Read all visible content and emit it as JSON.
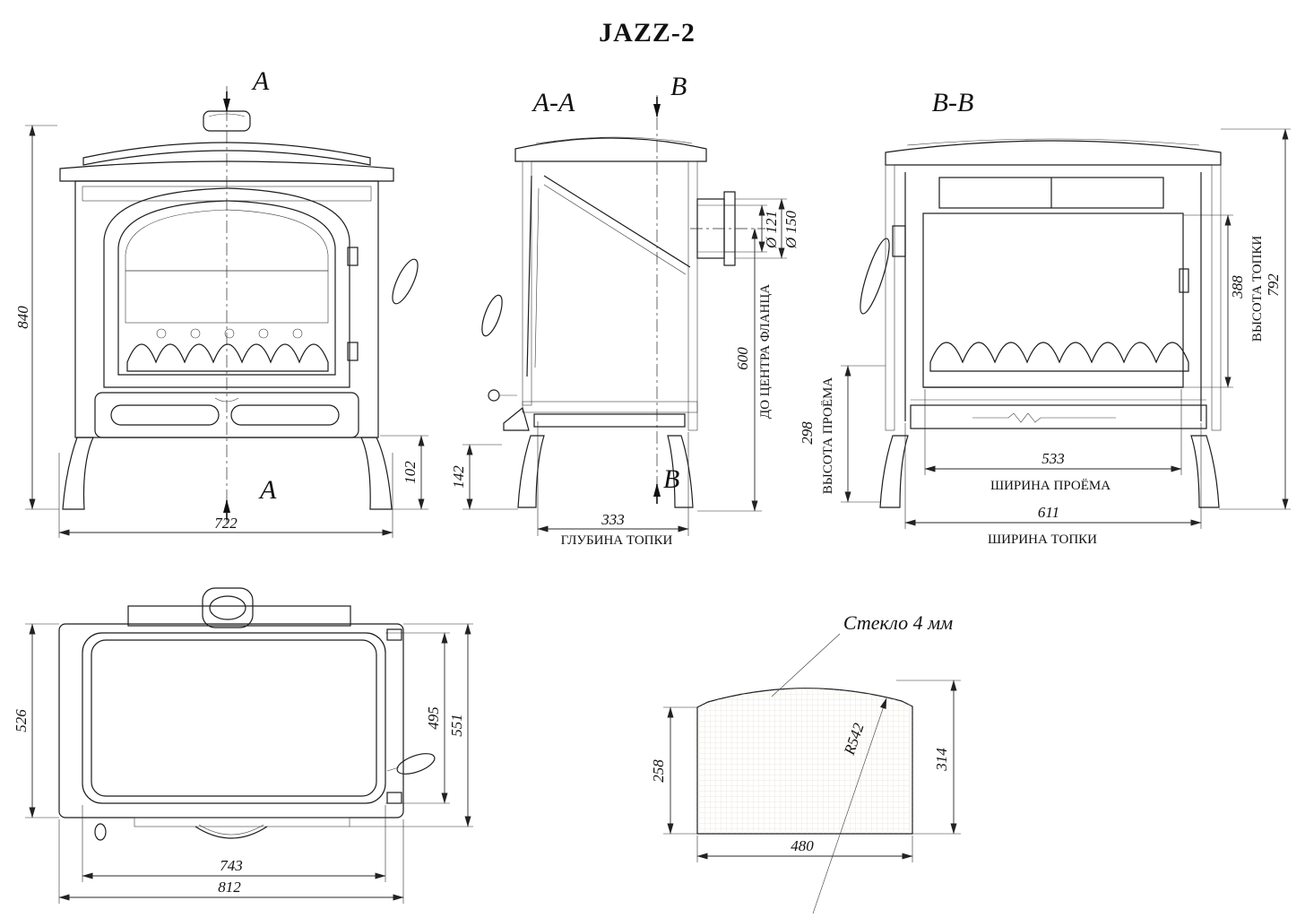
{
  "title": "JAZZ-2",
  "front_view": {
    "section_mark_top": "A",
    "section_mark_bottom": "A",
    "dim_total_height": "840",
    "dim_total_width": "722",
    "dim_base_height": "102"
  },
  "section_aa": {
    "label": "A-A",
    "section_mark_top": "B",
    "section_mark_bottom": "B",
    "dim_front_height": "142",
    "dim_firebox_depth": "333",
    "firebox_depth_label": "ГЛУБИНА ТОПКИ",
    "dim_flange_center_height": "600",
    "flange_center_label": "ДО ЦЕНТРА ФЛАНЦА",
    "dim_flue_inner_diameter": "Ø 121",
    "dim_flue_outer_diameter": "Ø 150"
  },
  "section_bb": {
    "label": "B-B",
    "dim_opening_height": "298",
    "opening_height_label": "ВЫСОТА ПРОЁМА",
    "dim_firebox_height": "388",
    "firebox_height_label": "ВЫСОТА ТОПКИ",
    "dim_body_height": "792",
    "dim_opening_width": "533",
    "opening_width_label": "ШИРИНА ПРОЁМА",
    "dim_firebox_width": "611",
    "firebox_width_label": "ШИРИНА ТОПКИ"
  },
  "top_view": {
    "dim_top_depth": "526",
    "dim_plate_depth": "495",
    "dim_overall_depth": "551",
    "dim_plate_width": "743",
    "dim_overall_width": "812"
  },
  "glass_detail": {
    "callout": "Стекло 4 мм",
    "dim_side_height": "258",
    "dim_arc_radius": "R542",
    "dim_full_height": "314",
    "dim_width": "480"
  }
}
